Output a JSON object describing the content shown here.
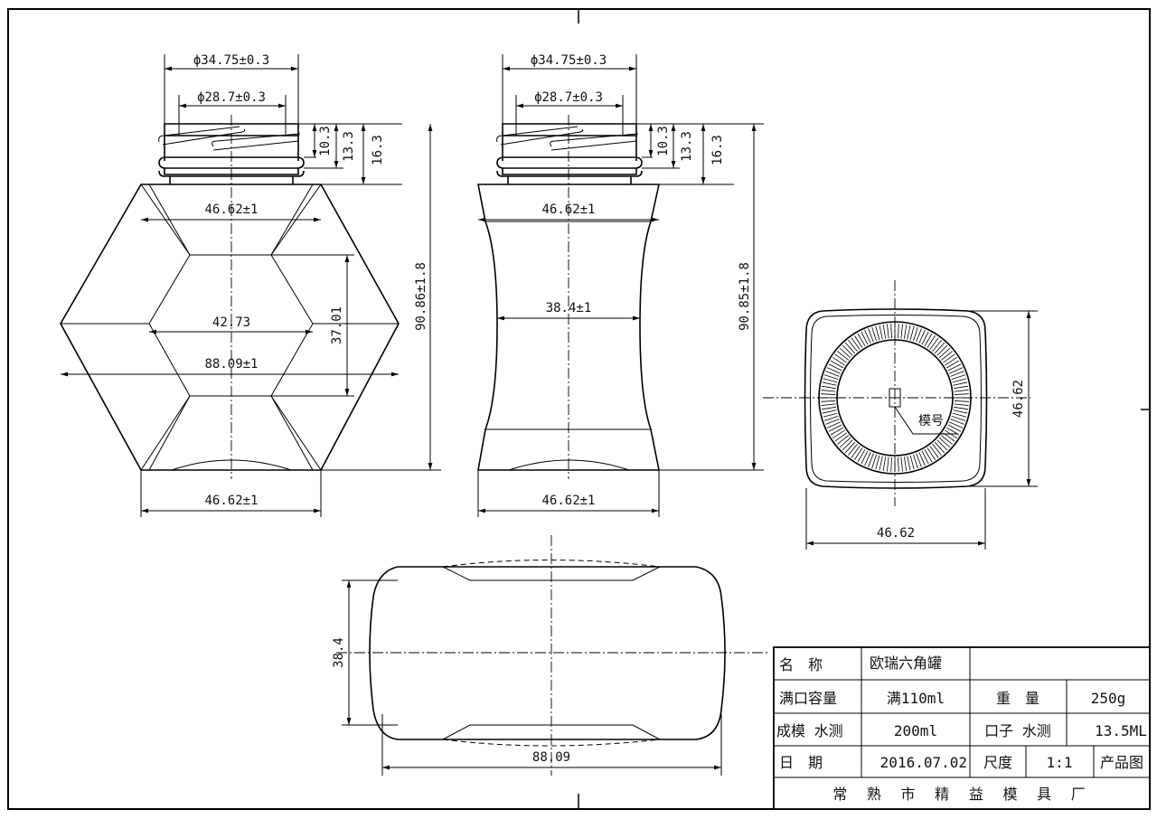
{
  "dimensions": {
    "front_view": {
      "outer_finish_dia": "ϕ34.75±0.3",
      "inner_finish_dia": "ϕ28.7±0.3",
      "thread_h1": "10.3",
      "thread_h2": "13.3",
      "thread_h3": "16.3",
      "shoulder_width": "46.62±1",
      "waist_width": "42.73",
      "waist_height": "37.01",
      "body_width": "88.09±1",
      "total_height": "90.86±1.8",
      "base_width": "46.62±1"
    },
    "side_view": {
      "outer_finish_dia": "ϕ34.75±0.3",
      "inner_finish_dia": "ϕ28.7±0.3",
      "thread_h1": "10.3",
      "thread_h2": "13.3",
      "thread_h3": "16.3",
      "shoulder_width": "46.62±1",
      "waist_width": "38.4±1",
      "total_height": "90.85±1.8",
      "base_width": "46.62±1"
    },
    "top_view": {
      "width": "46.62",
      "height": "46.62",
      "mold_mark_label": "模号"
    },
    "bottom_view": {
      "height": "38.4",
      "width": "88.09"
    }
  },
  "title_block": {
    "name_label": "名　称",
    "name_value": "欧瑞六角罐",
    "capacity_label": "满口容量",
    "capacity_value": "满110ml",
    "weight_label": "重　量",
    "weight_value": "250g",
    "mold_water_label": "成模 水测",
    "mold_water_value": "200ml",
    "neck_water_label": "口子 水测",
    "neck_water_value": "13.5ML",
    "date_label": "日　期",
    "date_value": "2016.07.02",
    "scale_label": "尺度",
    "scale_value": "1:1",
    "drawing_type": "产品图",
    "factory": "常 熟 市 精 益 模 具 厂"
  }
}
